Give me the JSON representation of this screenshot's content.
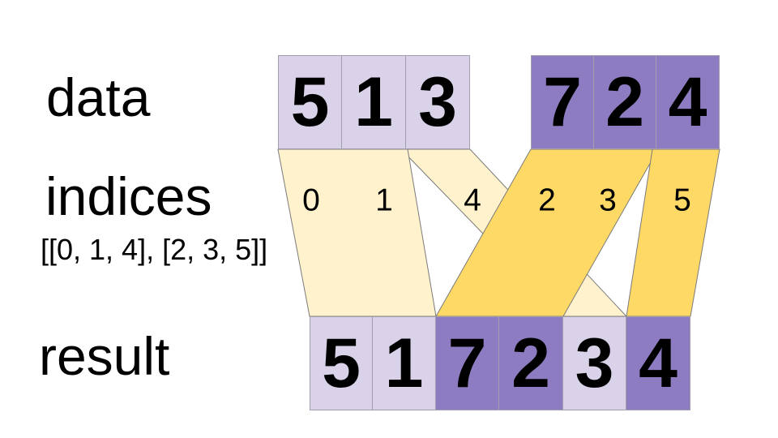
{
  "labels": {
    "data": "data",
    "indices": "indices",
    "indices_value": "[[0, 1, 4], [2, 3, 5]]",
    "result": "result"
  },
  "data_row": {
    "group1": {
      "values": [
        "5",
        "1",
        "3"
      ]
    },
    "group2": {
      "values": [
        "7",
        "2",
        "4"
      ]
    }
  },
  "indices_row": {
    "values": [
      "0",
      "1",
      "4",
      "2",
      "3",
      "5"
    ]
  },
  "result_row": {
    "values": [
      "5",
      "1",
      "7",
      "2",
      "3",
      "4"
    ]
  },
  "colors": {
    "light_purple": "#d9d2e9",
    "dark_purple": "#8e7cc3",
    "light_yellow": "#fff2cc",
    "dark_yellow": "#ffd966",
    "outline_gray": "#7a7a7a"
  }
}
